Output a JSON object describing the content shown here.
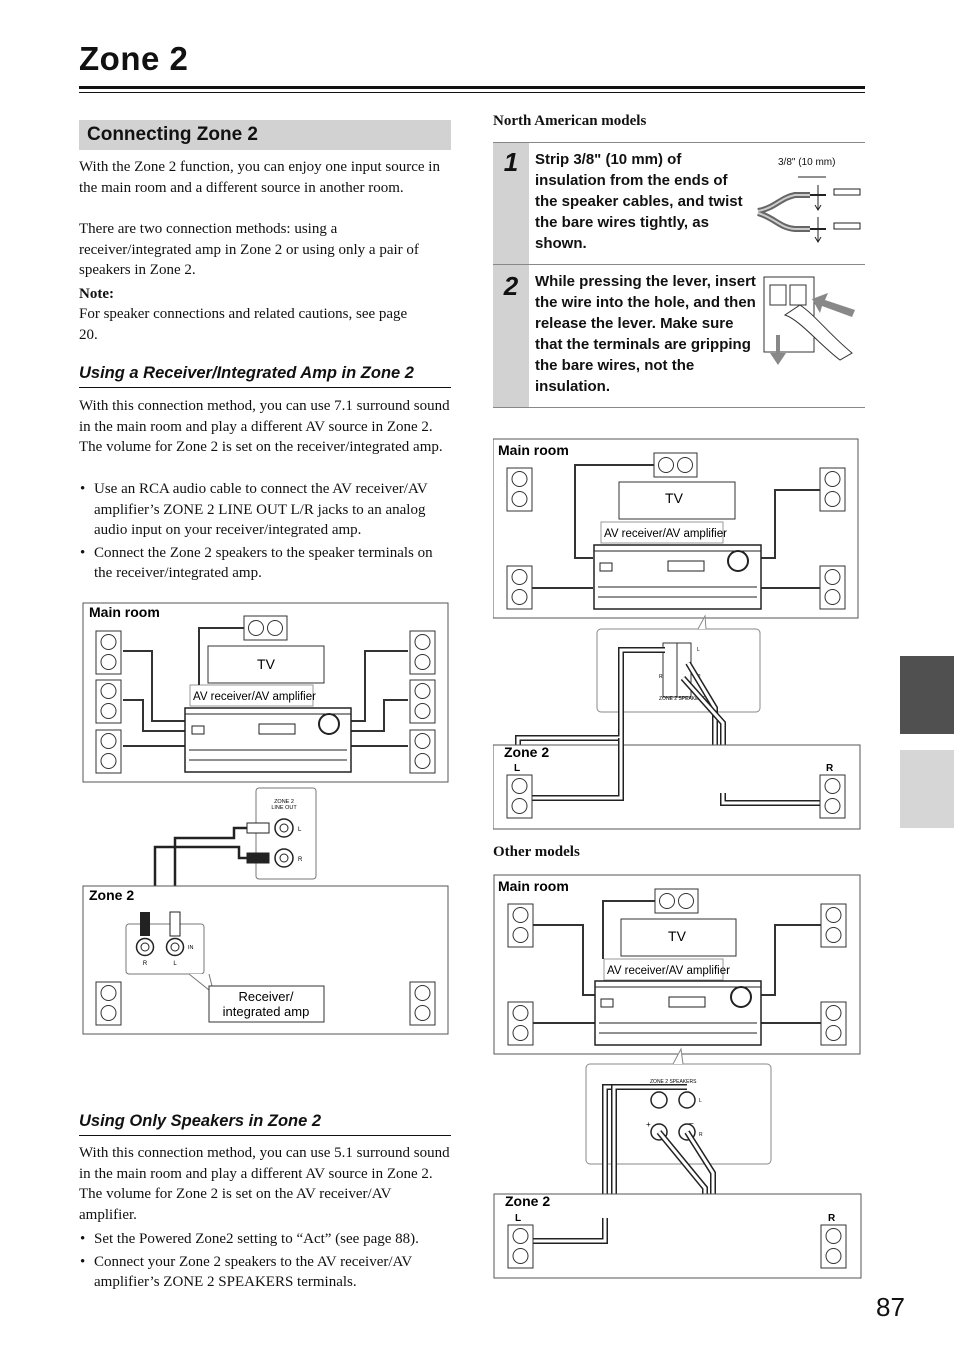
{
  "page": {
    "title": "Zone 2",
    "section_title": "Connecting Zone 2",
    "page_number": "87"
  },
  "intro": {
    "p1": "With the Zone 2 function, you can enjoy one input source in the main room and a different source in another room.",
    "p2": "There are two connection methods: using a receiver/integrated amp in Zone 2 or using only a pair of speakers in Zone 2.",
    "note_label": "Note:",
    "note_text": "For speaker connections and related cautions, see page 20."
  },
  "receiver_method": {
    "heading": "Using a Receiver/Integrated Amp in Zone 2",
    "paragraph": "With this connection method, you can use 7.1 surround sound in the main room and play a different AV source in Zone 2. The volume for Zone 2 is set on the receiver/integrated amp.",
    "bullets": [
      "Use an RCA audio cable to connect the AV receiver/AV amplifier’s ZONE 2 LINE OUT L/R jacks to an analog audio input on your receiver/integrated amp.",
      "Connect the Zone 2 speakers to the speaker terminals on the receiver/integrated amp."
    ]
  },
  "speakers_method": {
    "heading": "Using Only Speakers in Zone 2",
    "paragraph": "With this connection method, you can use 5.1 surround sound in the main room and play a different AV source in Zone 2. The volume for Zone 2 is set on the AV receiver/AV amplifier.",
    "bullets": [
      "Set the Powered Zone2 setting to “Act” (see page 88).",
      "Connect your Zone 2 speakers to the AV receiver/AV amplifier’s ZONE 2 SPEAKERS terminals."
    ]
  },
  "north_american": {
    "label": "North American models",
    "step1_num": "1",
    "step1_text": "Strip 3/8\" (10 mm) of insulation from the ends of the speaker cables, and twist the bare wires tightly, as shown.",
    "step1_dim": "3/8\" (10 mm)",
    "step2_num": "2",
    "step2_text": "While pressing the lever, insert the wire into the hole, and then release the lever. Make sure that the terminals are gripping the bare wires, not the insulation."
  },
  "other_models_label": "Other models",
  "diagram": {
    "main_room": "Main room",
    "zone2": "Zone 2",
    "tv": "TV",
    "av_receiver": "AV receiver/AV amplifier",
    "receiver_integrated": "Receiver/\nintegrated amp",
    "zone2_line_out": "ZONE 2\nLINE OUT",
    "zone2_speakers": "ZONE 2 SPEAKERS",
    "left": "L",
    "right": "R",
    "in": "IN"
  }
}
